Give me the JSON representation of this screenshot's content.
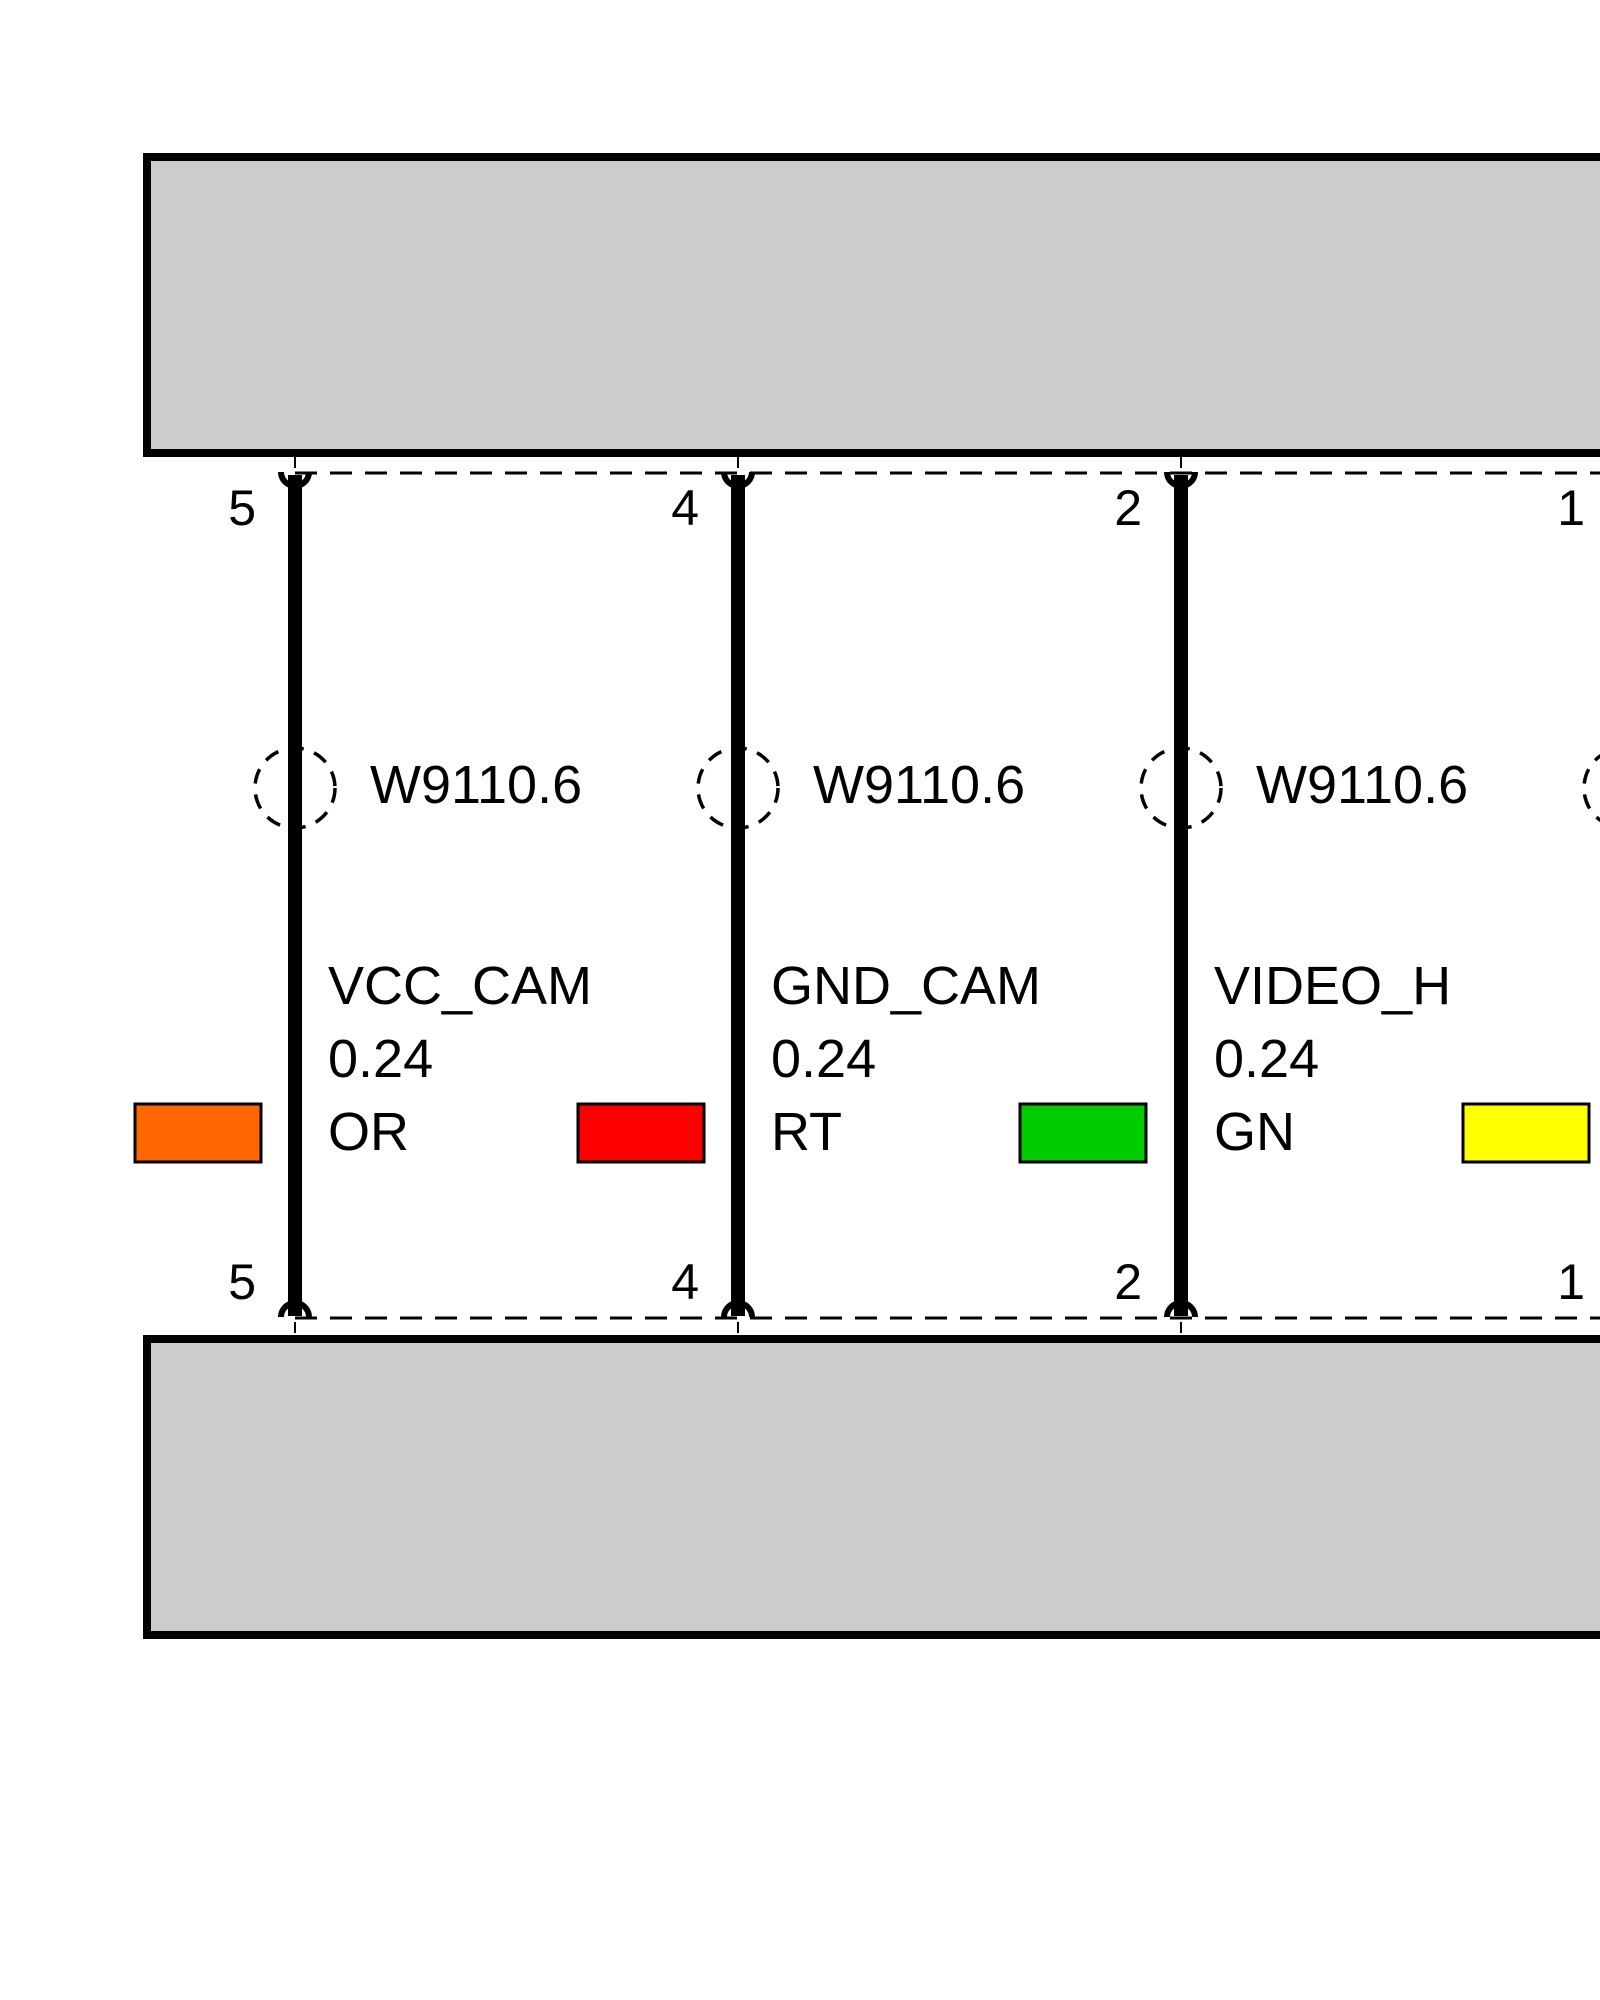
{
  "colors": {
    "connector_fill": "#cccccc",
    "stroke": "#000000",
    "background": "#ffffff"
  },
  "wires": [
    {
      "pin_top": "5",
      "pin_bottom": "5",
      "splice": "W9110.6",
      "signal": "VCC_CAM",
      "size": "0.24",
      "color_code": "OR",
      "color": "#ff6600"
    },
    {
      "pin_top": "4",
      "pin_bottom": "4",
      "splice": "W9110.6",
      "signal": "GND_CAM",
      "size": "0.24",
      "color_code": "RT",
      "color": "#ff0000"
    },
    {
      "pin_top": "2",
      "pin_bottom": "2",
      "splice": "W9110.6",
      "signal": "VIDEO_H",
      "size": "0.24",
      "color_code": "GN",
      "color": "#00cc00"
    },
    {
      "pin_top": "1",
      "pin_bottom": "1",
      "color": "#ffff00"
    }
  ]
}
